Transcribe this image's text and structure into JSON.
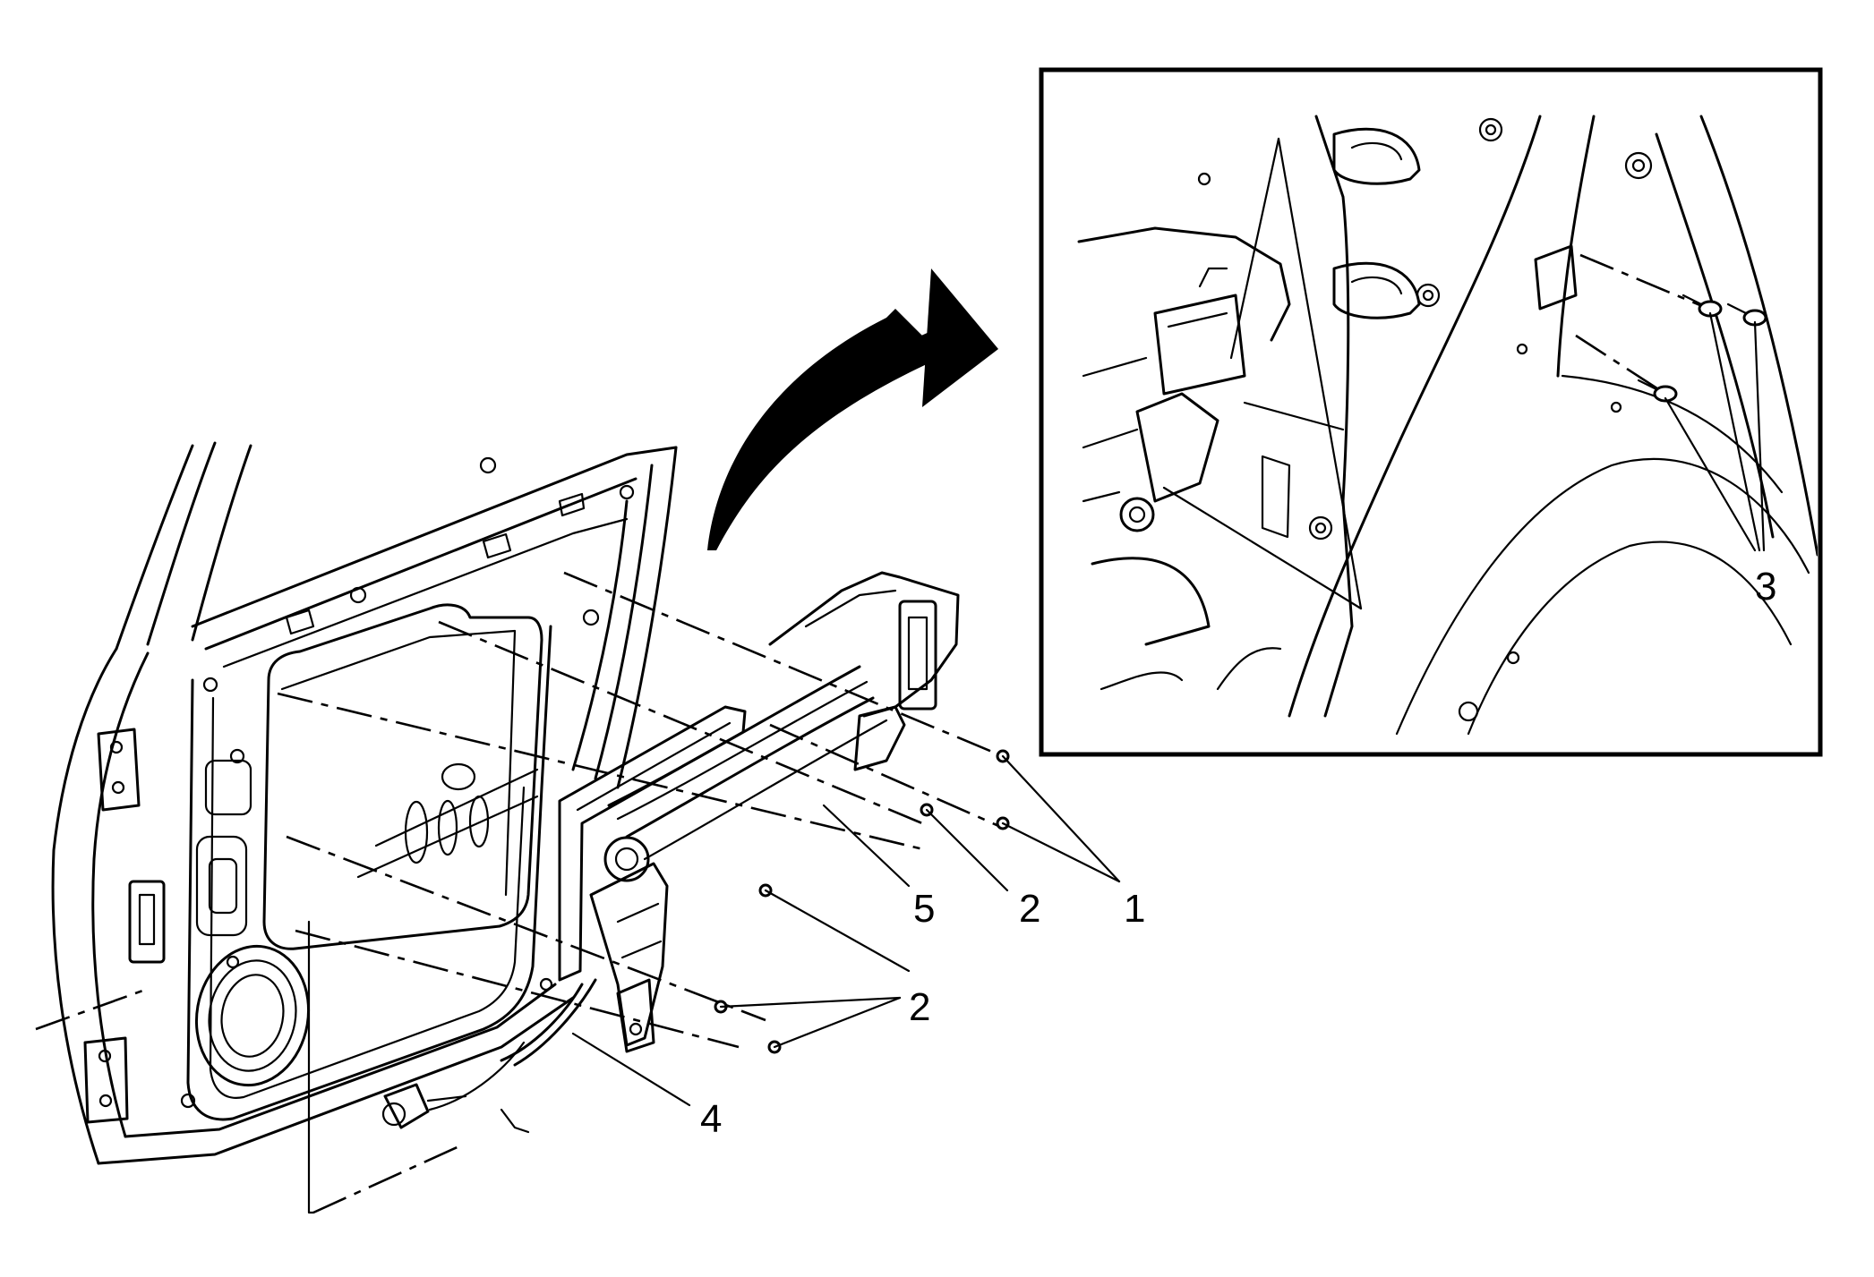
{
  "diagram": {
    "callouts": [
      {
        "id": "c1",
        "text": "1"
      },
      {
        "id": "c2a",
        "text": "2"
      },
      {
        "id": "c2b",
        "text": "2"
      },
      {
        "id": "c3",
        "text": "3"
      },
      {
        "id": "c4",
        "text": "4"
      },
      {
        "id": "c5",
        "text": "5"
      }
    ],
    "colors": {
      "line": "#000000",
      "background": "#ffffff"
    },
    "icons": [
      "curved-arrow-icon"
    ]
  }
}
